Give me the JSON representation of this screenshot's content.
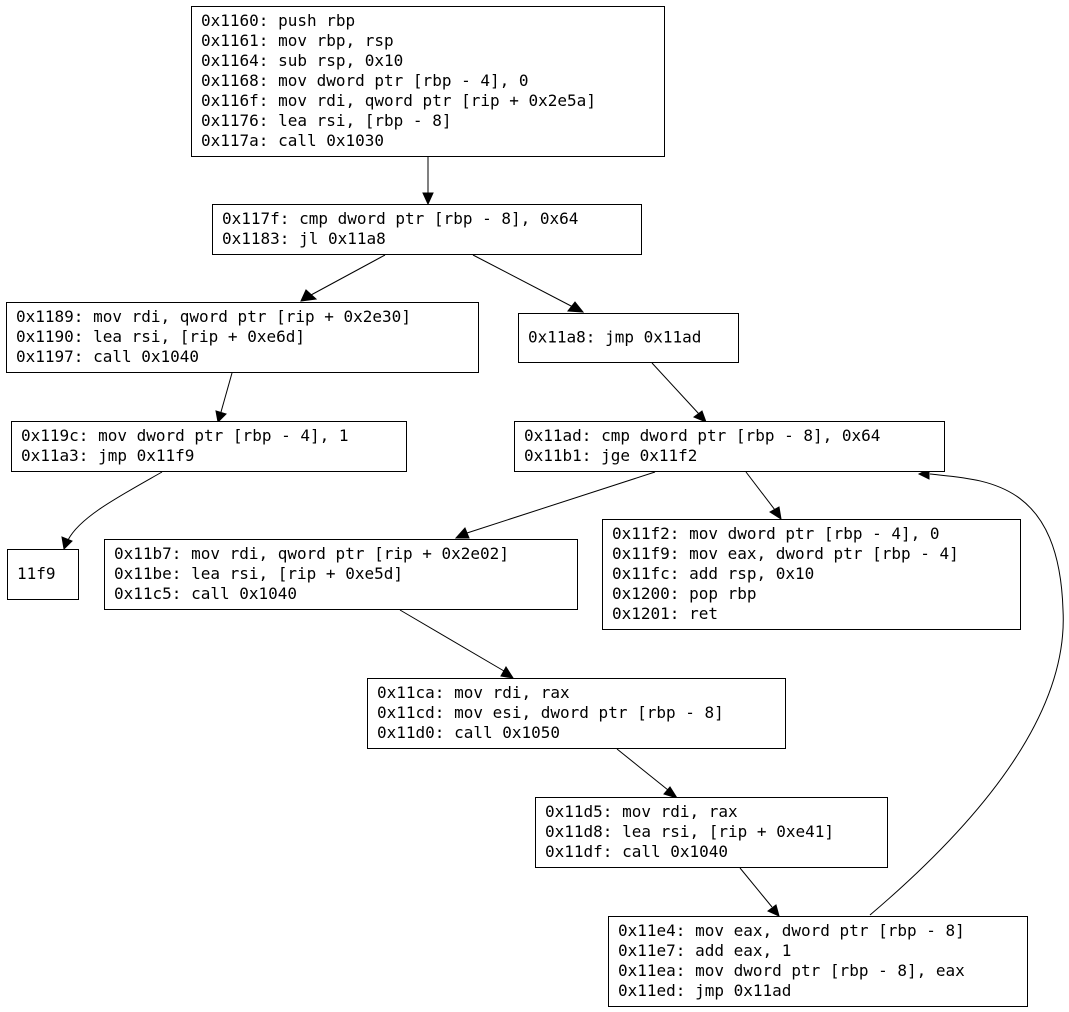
{
  "graph": {
    "blocks": [
      {
        "id": "b1160",
        "lines": [
          "0x1160: push rbp",
          "0x1161: mov rbp, rsp",
          "0x1164: sub rsp, 0x10",
          "0x1168: mov dword ptr [rbp - 4], 0",
          "0x116f: mov rdi, qword ptr [rip + 0x2e5a]",
          "0x1176: lea rsi, [rbp - 8]",
          "0x117a: call 0x1030"
        ]
      },
      {
        "id": "b117f",
        "lines": [
          "0x117f: cmp dword ptr [rbp - 8], 0x64",
          "0x1183: jl 0x11a8"
        ]
      },
      {
        "id": "b1189",
        "lines": [
          "0x1189: mov rdi, qword ptr [rip + 0x2e30]",
          "0x1190: lea rsi, [rip + 0xe6d]",
          "0x1197: call 0x1040"
        ]
      },
      {
        "id": "b11a8",
        "lines": [
          "0x11a8: jmp 0x11ad"
        ]
      },
      {
        "id": "b119c",
        "lines": [
          "0x119c: mov dword ptr [rbp - 4], 1",
          "0x11a3: jmp 0x11f9"
        ]
      },
      {
        "id": "b11ad",
        "lines": [
          "0x11ad: cmp dword ptr [rbp - 8], 0x64",
          "0x11b1: jge 0x11f2"
        ]
      },
      {
        "id": "b11f9",
        "lines": [
          "11f9"
        ]
      },
      {
        "id": "b11b7",
        "lines": [
          "0x11b7: mov rdi, qword ptr [rip + 0x2e02]",
          "0x11be: lea rsi, [rip + 0xe5d]",
          "0x11c5: call 0x1040"
        ]
      },
      {
        "id": "b11f2",
        "lines": [
          "0x11f2: mov dword ptr [rbp - 4], 0",
          "0x11f9: mov eax, dword ptr [rbp - 4]",
          "0x11fc: add rsp, 0x10",
          "0x1200: pop rbp",
          "0x1201: ret"
        ]
      },
      {
        "id": "b11ca",
        "lines": [
          "0x11ca: mov rdi, rax",
          "0x11cd: mov esi, dword ptr [rbp - 8]",
          "0x11d0: call 0x1050"
        ]
      },
      {
        "id": "b11d5",
        "lines": [
          "0x11d5: mov rdi, rax",
          "0x11d8: lea rsi, [rip + 0xe41]",
          "0x11df: call 0x1040"
        ]
      },
      {
        "id": "b11e4",
        "lines": [
          "0x11e4: mov eax, dword ptr [rbp - 8]",
          "0x11e7: add eax, 1",
          "0x11ea: mov dword ptr [rbp - 8], eax",
          "0x11ed: jmp 0x11ad"
        ]
      }
    ],
    "edges": [
      {
        "from": "b1160",
        "to": "b117f"
      },
      {
        "from": "b117f",
        "to": "b1189"
      },
      {
        "from": "b117f",
        "to": "b11a8"
      },
      {
        "from": "b1189",
        "to": "b119c"
      },
      {
        "from": "b11a8",
        "to": "b11ad"
      },
      {
        "from": "b119c",
        "to": "b11f9"
      },
      {
        "from": "b11ad",
        "to": "b11b7"
      },
      {
        "from": "b11ad",
        "to": "b11f2"
      },
      {
        "from": "b11b7",
        "to": "b11ca"
      },
      {
        "from": "b11ca",
        "to": "b11d5"
      },
      {
        "from": "b11d5",
        "to": "b11e4"
      },
      {
        "from": "b11e4",
        "to": "b11ad"
      }
    ]
  }
}
